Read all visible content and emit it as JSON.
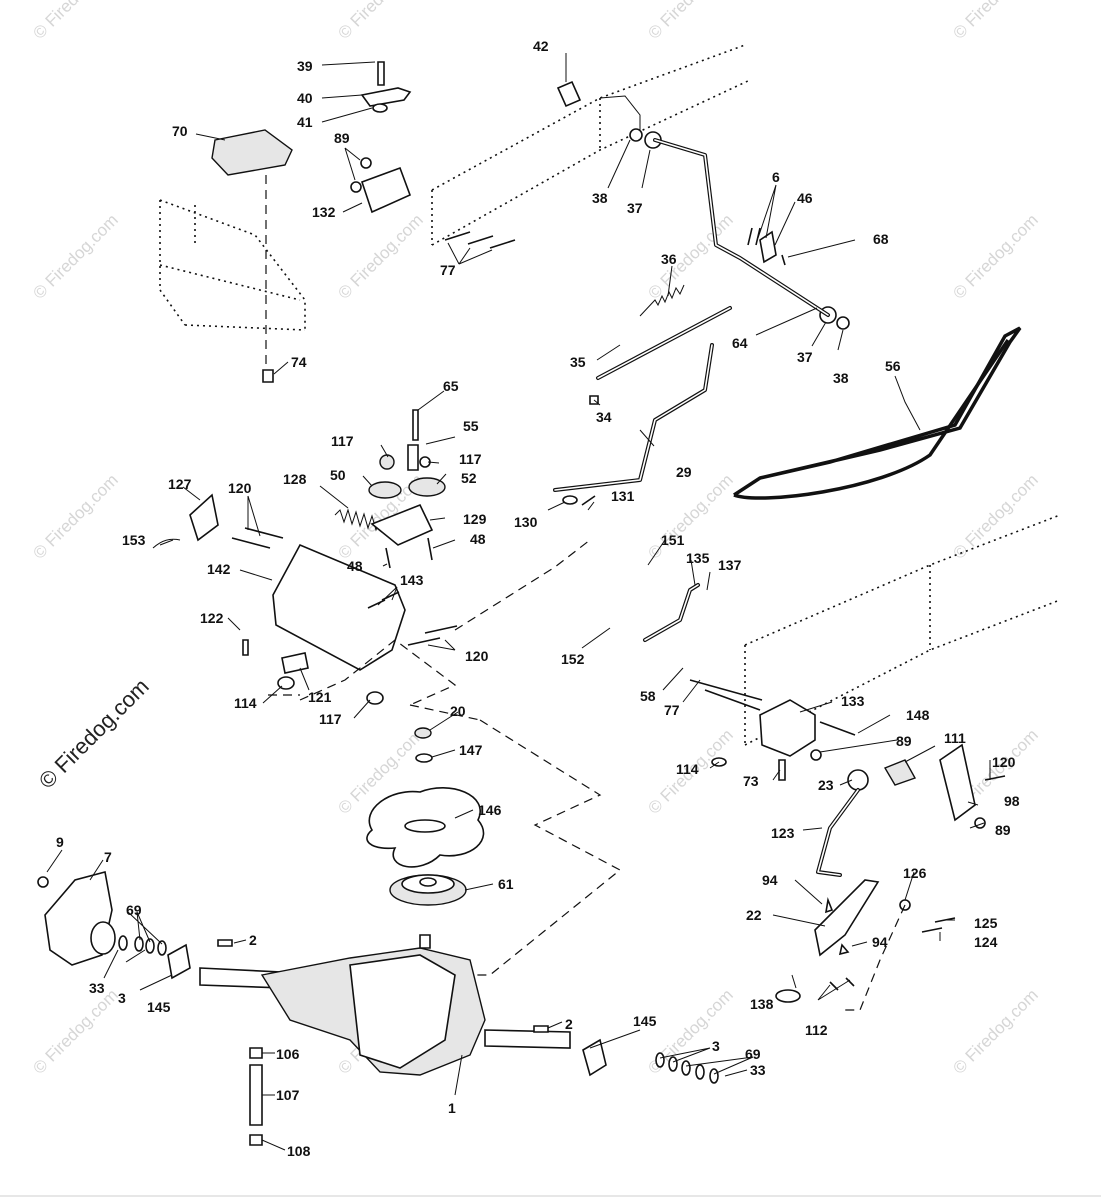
{
  "watermark": {
    "text": "© Firedog.com",
    "color": "#d6d6d6",
    "main_text": "© Firedog.com"
  },
  "callouts": {
    "c39": "39",
    "c40": "40",
    "c41": "41",
    "c42": "42",
    "c70": "70",
    "c89a": "89",
    "c132": "132",
    "c77a": "77",
    "c38a": "38",
    "c37a": "37",
    "c6": "6",
    "c46": "46",
    "c68": "68",
    "c36": "36",
    "c74": "74",
    "c64": "64",
    "c37b": "37",
    "c38b": "38",
    "c56": "56",
    "c35": "35",
    "c34": "34",
    "c65": "65",
    "c117a": "117",
    "c55": "55",
    "c117b": "117",
    "c50": "50",
    "c52": "52",
    "c29": "29",
    "c127": "127",
    "c120a": "120",
    "c128": "128",
    "c129": "129",
    "c48a": "48",
    "c48b": "48",
    "c153": "153",
    "c142": "142",
    "c143": "143",
    "c130": "130",
    "c131": "131",
    "c151": "151",
    "c135": "135",
    "c137": "137",
    "c122": "122",
    "c120b": "120",
    "c152": "152",
    "c114a": "114",
    "c121": "121",
    "c117c": "117",
    "c58": "58",
    "c77b": "77",
    "c133": "133",
    "c148": "148",
    "c20": "20",
    "c147": "147",
    "c89b": "89",
    "c111": "111",
    "c114b": "114",
    "c73": "73",
    "c23": "23",
    "c120c": "120",
    "c98": "98",
    "c89c": "89",
    "c146": "146",
    "c123": "123",
    "c9": "9",
    "c7": "7",
    "c61": "61",
    "c94a": "94",
    "c126": "126",
    "c69a": "69",
    "c22": "22",
    "c125": "125",
    "c124": "124",
    "c2a": "2",
    "c94b": "94",
    "c33a": "33",
    "c3a": "3",
    "c145a": "145",
    "c138": "138",
    "c2b": "2",
    "c112": "112",
    "c145b": "145",
    "c3b": "3",
    "c69b": "69",
    "c106": "106",
    "c33b": "33",
    "c107": "107",
    "c1": "1",
    "c108": "108"
  }
}
